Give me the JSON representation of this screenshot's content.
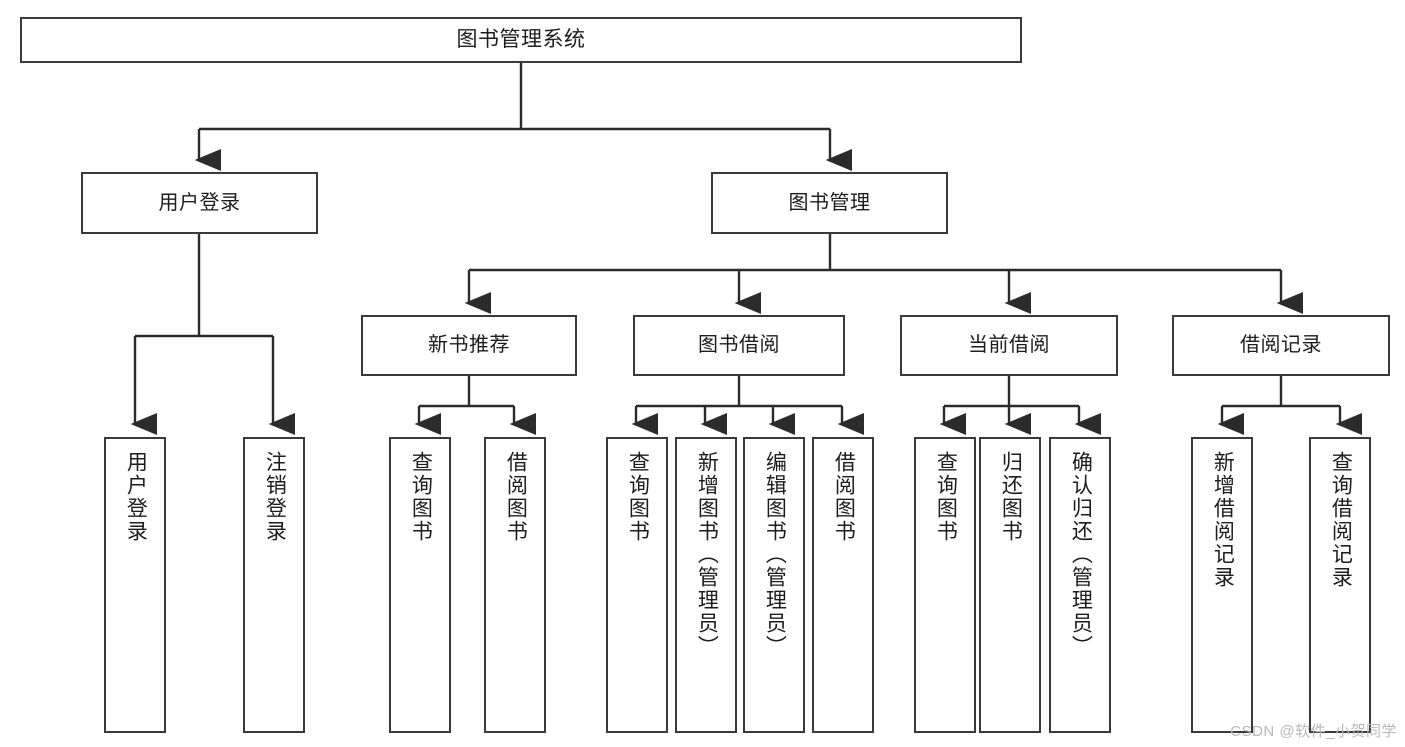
{
  "diagram": {
    "title_node": {
      "label": "图书管理系统"
    },
    "level1": [
      {
        "id": "user-login",
        "label": "用户登录"
      },
      {
        "id": "book-management",
        "label": "图书管理"
      }
    ],
    "level2": [
      {
        "id": "new-book-recommend",
        "label": "新书推荐"
      },
      {
        "id": "book-borrow",
        "label": "图书借阅"
      },
      {
        "id": "current-borrow",
        "label": "当前借阅"
      },
      {
        "id": "borrow-record",
        "label": "借阅记录"
      }
    ],
    "leaves": [
      {
        "id": "leaf-user-login",
        "label": "用户登录"
      },
      {
        "id": "leaf-logout-login",
        "label": "注销登录"
      },
      {
        "id": "leaf-query-book-1",
        "label": "查询图书"
      },
      {
        "id": "leaf-borrow-book-1",
        "label": "借阅图书"
      },
      {
        "id": "leaf-query-book-2",
        "label": "查询图书"
      },
      {
        "id": "leaf-add-book",
        "label": "新增图书（管理员）"
      },
      {
        "id": "leaf-edit-book",
        "label": "编辑图书（管理员）"
      },
      {
        "id": "leaf-borrow-book-2",
        "label": "借阅图书"
      },
      {
        "id": "leaf-query-book-3",
        "label": "查询图书"
      },
      {
        "id": "leaf-return-book",
        "label": "归还图书"
      },
      {
        "id": "leaf-confirm-return",
        "label": "确认归还（管理员）"
      },
      {
        "id": "leaf-add-borrow-record",
        "label": "新增借阅记录"
      },
      {
        "id": "leaf-query-borrow-record",
        "label": "查询借阅记录"
      }
    ],
    "colors": {
      "box_border": "#3a3a3a",
      "connector": "#2b2b2b",
      "text": "#1d1d1d",
      "background": "#ffffff",
      "watermark": "#b9b9b9"
    }
  },
  "watermark": {
    "text": "CSDN @软件_小贺同学"
  }
}
